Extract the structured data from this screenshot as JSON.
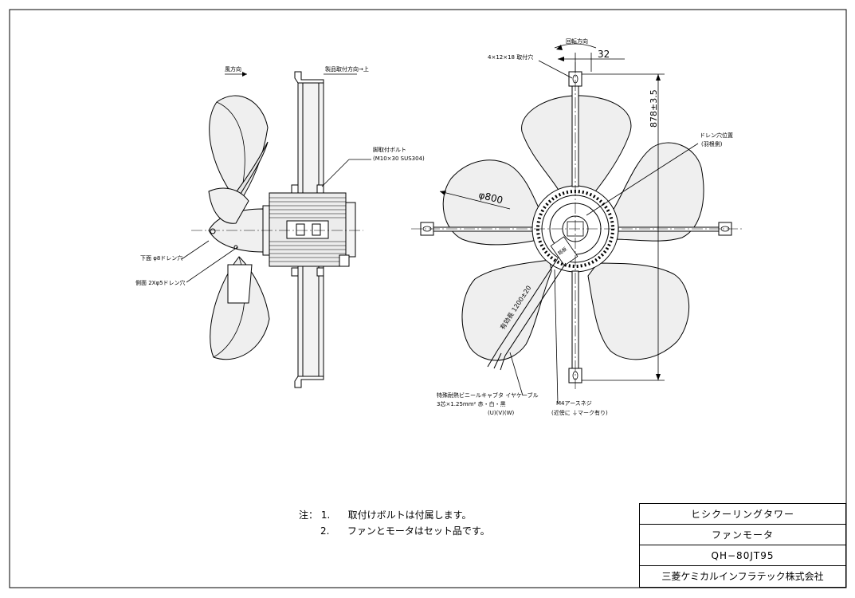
{
  "labels": {
    "wind_direction": "風方向",
    "mount_direction": "製品取付方向→上",
    "mount_bolt_title": "脚取付ボルト",
    "mount_bolt_spec": "(M10×30 SUS304)",
    "bottom_drain": "下面 φ8ドレン穴",
    "side_drain": "側面 2Xφ5ドレン穴",
    "rotation_direction": "回転方向",
    "mount_holes": "4×12×18 取付穴",
    "dim_32": "32",
    "dim_878": "878±3.5",
    "dim_800": "φ800",
    "drain_position": "ドレン穴位置",
    "drain_position_sub": "(羽根側)",
    "cable_length": "有効長 1200±20",
    "name_plate": "銘板",
    "cable_title": "特殊耐熱ビニールキャブタ イヤケーブル",
    "cable_spec": "3芯×1.25mm² 赤・白・黒",
    "cable_sub": "(U)(V)(W)",
    "ground_screw_title": "M4アースネジ",
    "ground_screw_sub": "(近傍に ⏚マーク有り)"
  },
  "notes": {
    "prefix": "注：",
    "items": [
      {
        "num": "1.",
        "text": "取付けボルトは付属します。"
      },
      {
        "num": "2.",
        "text": "ファンとモータはセット品です。"
      }
    ]
  },
  "title_block": {
    "product_line": "ヒシクーリングタワー",
    "part_name": "ファンモータ",
    "model": "QH−80JT95",
    "company": "三菱ケミカルインフラテック株式会社"
  }
}
